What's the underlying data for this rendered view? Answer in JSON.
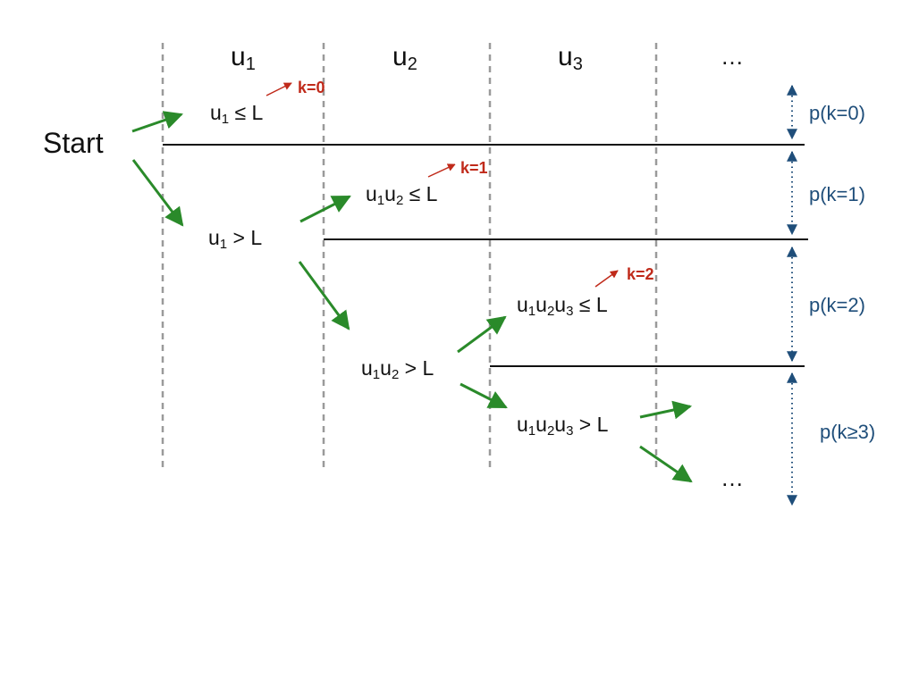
{
  "colors": {
    "divider": "#9a9a9a",
    "rule": "#111111",
    "branch_arrow": "#2a8a2a",
    "k_arrow": "#c02a1a",
    "k_text": "#c02a1a",
    "prob_arrow": "#1f4e7a",
    "prob_text": "#1f4e7a"
  },
  "columns": [
    {
      "base": "u",
      "sub": "1"
    },
    {
      "base": "u",
      "sub": "2"
    },
    {
      "base": "u",
      "sub": "3"
    },
    {
      "text": "…"
    }
  ],
  "start_label": "Start",
  "conditions": [
    {
      "parts": [
        [
          "u",
          ""
        ],
        [
          "",
          "1"
        ],
        [
          " ≤ L",
          ""
        ]
      ]
    },
    {
      "parts": [
        [
          "u",
          ""
        ],
        [
          "",
          "1"
        ],
        [
          " > L",
          ""
        ]
      ]
    },
    {
      "parts": [
        [
          "u",
          ""
        ],
        [
          "",
          "1"
        ],
        [
          "u",
          ""
        ],
        [
          "",
          "2"
        ],
        [
          " ≤ L",
          ""
        ]
      ]
    },
    {
      "parts": [
        [
          "u",
          ""
        ],
        [
          "",
          "1"
        ],
        [
          "u",
          ""
        ],
        [
          "",
          "2"
        ],
        [
          " > L",
          ""
        ]
      ]
    },
    {
      "parts": [
        [
          "u",
          ""
        ],
        [
          "",
          "1"
        ],
        [
          "u",
          ""
        ],
        [
          "",
          "2"
        ],
        [
          "u",
          ""
        ],
        [
          "",
          "3"
        ],
        [
          " ≤ L",
          ""
        ]
      ]
    },
    {
      "parts": [
        [
          "u",
          ""
        ],
        [
          "",
          "1"
        ],
        [
          "u",
          ""
        ],
        [
          "",
          "2"
        ],
        [
          "u",
          ""
        ],
        [
          "",
          "3"
        ],
        [
          " > L",
          ""
        ]
      ]
    }
  ],
  "k_labels": [
    "k=0",
    "k=1",
    "k=2"
  ],
  "probabilities": [
    "p(k=0)",
    "p(k=1)",
    "p(k=2)",
    "p(k≥3)"
  ],
  "trailing_ellipsis": "…"
}
